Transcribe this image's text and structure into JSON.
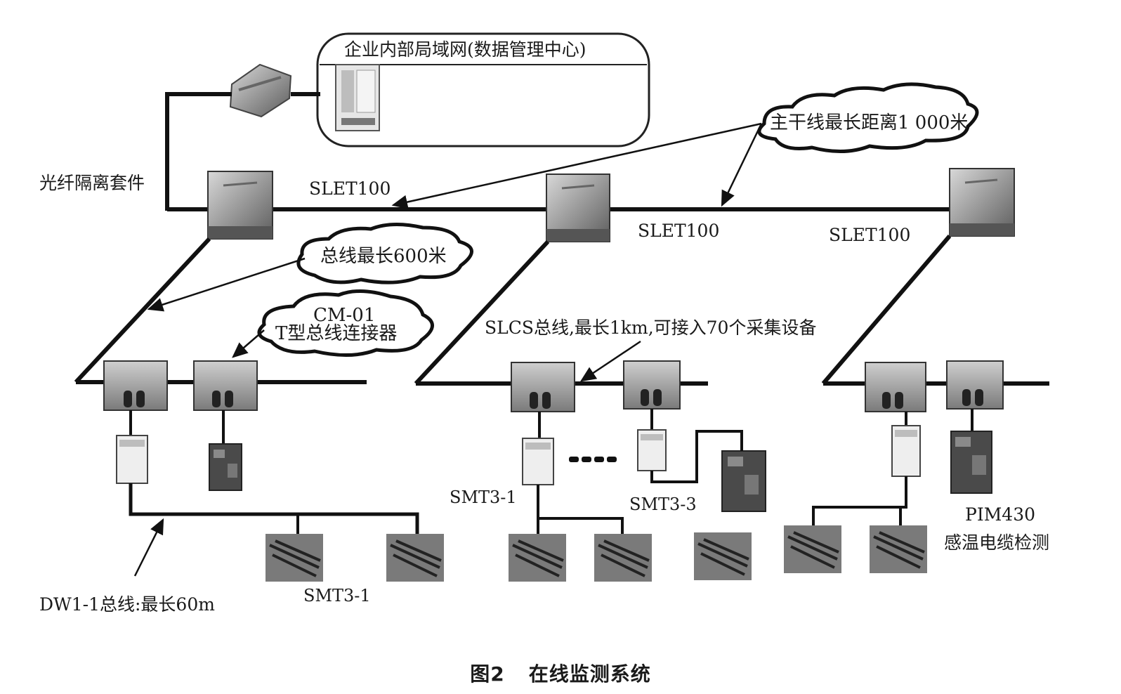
{
  "labels": {
    "lan": "企业内部局域网(数据管理中心)",
    "fiber": "光纤隔离套件",
    "trunk_note": "主干线最长距离1 000米",
    "bus_note": "总线最长600米",
    "connector_line1": "CM-01",
    "connector_line2": "T型总线连接器",
    "slet_a": "SLET100",
    "slet_b": "SLET100",
    "slet_c": "SLET100",
    "slcs": "SLCS总线,最长1km,可接入70个采集设备",
    "smt_left": "SMT3-1",
    "smt_mid_a": "SMT3-1",
    "smt_mid_b": "SMT3-3",
    "pim_line1": "PIM430",
    "pim_line2": "感温电缆检测",
    "dw": "DW1-1总线:最长60m"
  },
  "caption": {
    "figure": "图2",
    "title": "在线监测系统"
  }
}
